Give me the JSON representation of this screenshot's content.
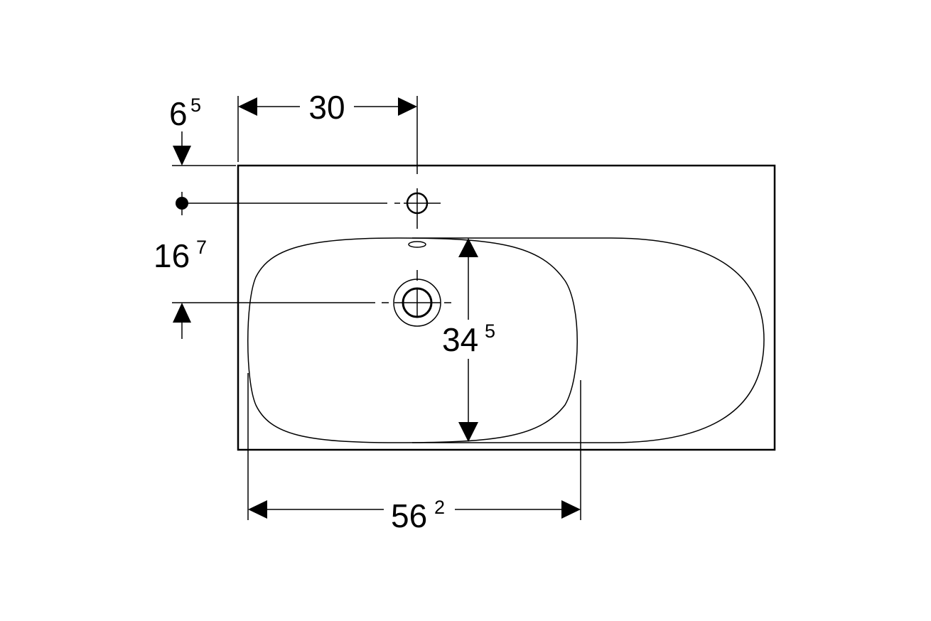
{
  "dimensions": {
    "top_offset": {
      "main": "6",
      "sup": "5"
    },
    "tap_spacing": {
      "main": "30",
      "sup": ""
    },
    "drain_offset": {
      "main": "16",
      "sup": "7"
    },
    "bowl_depth": {
      "main": "34",
      "sup": "5"
    },
    "bowl_width": {
      "main": "56",
      "sup": "2"
    }
  },
  "colors": {
    "line": "#000000",
    "background": "#ffffff"
  }
}
